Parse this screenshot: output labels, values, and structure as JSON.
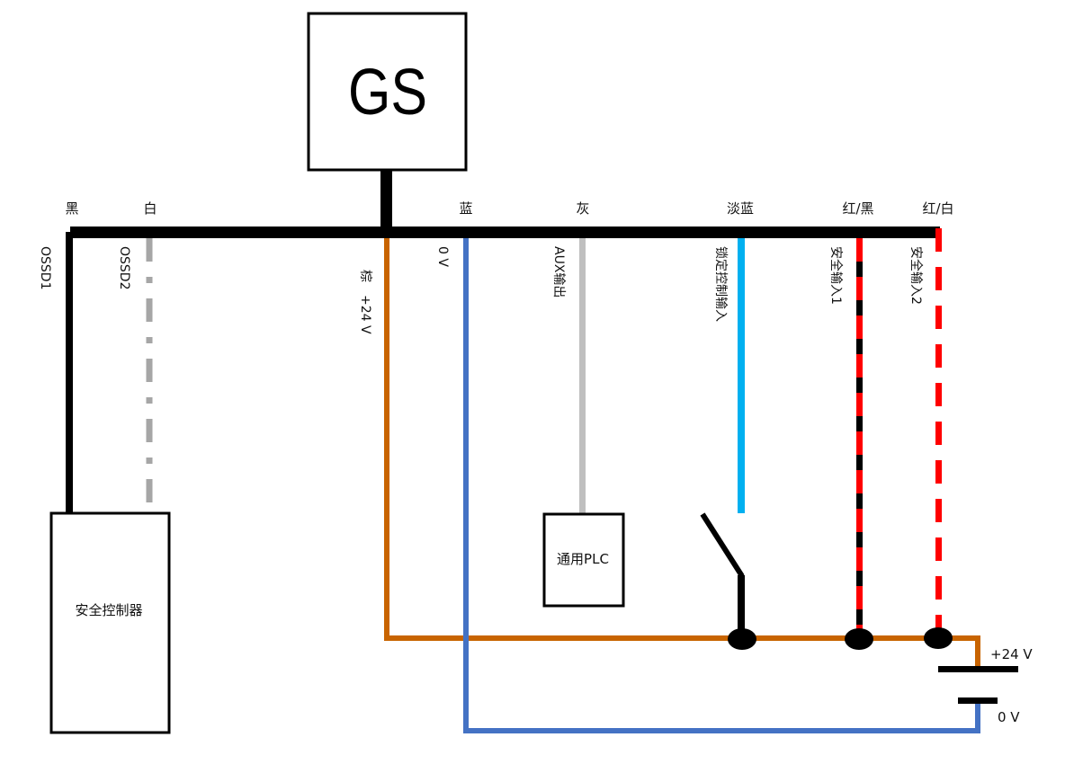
{
  "device": {
    "name": "GS"
  },
  "wire_colors": {
    "black": "黑",
    "white": "白",
    "blue": "蓝",
    "gray": "灰",
    "light_blue": "淡蓝",
    "red_black": "红/黑",
    "red_white": "红/白"
  },
  "signals": {
    "ossd1": "OSSD1",
    "ossd2": "OSSD2",
    "brown_24v": "棕　+24 V",
    "zero_v": "0 V",
    "aux_out": "AUX输出",
    "lock_ctrl_in": "锁定控制输入",
    "safety_in1": "安全输入1",
    "safety_in2": "安全输入2"
  },
  "devices": {
    "safety_controller": "安全控制器",
    "plc": "通用PLC"
  },
  "power": {
    "positive": "+24 V",
    "negative": "0 V"
  },
  "colors": {
    "bus": "#000000",
    "black_wire": "#000000",
    "white_wire": "#a6a6a6",
    "brown_wire": "#c86400",
    "blue_wire": "#4472c4",
    "gray_wire": "#bfbfbf",
    "light_blue_wire": "#00b0f0",
    "red": "#ff0000"
  }
}
